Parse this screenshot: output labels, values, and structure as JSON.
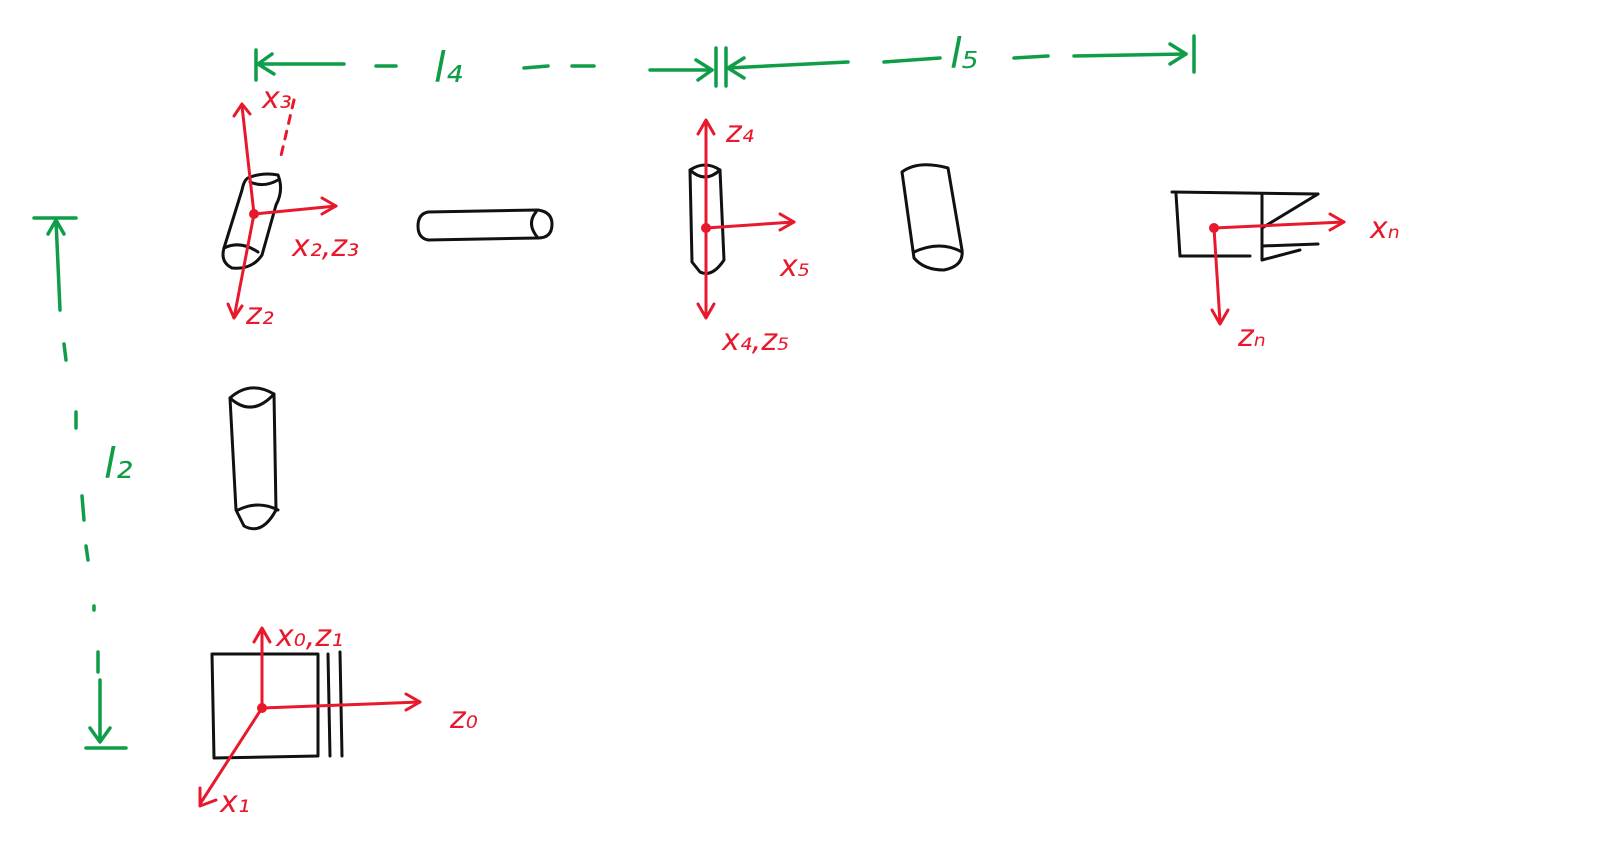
{
  "colors": {
    "ink": "#111111",
    "frame_axis": "#e8192c",
    "dimension": "#0f9d48"
  },
  "dimensions": {
    "l2": "l₂",
    "l4": "l₄",
    "l5": "l₅"
  },
  "axis_labels": {
    "x3": "x₃",
    "x2_z3": "x₂,z₃",
    "z2": "z₂",
    "z4": "z₄",
    "x5": "x₅",
    "x4_z5": "x₄,z₅",
    "xn": "xₙ",
    "zn": "zₙ",
    "x0_z1": "x₀,z₁",
    "z0": "z₀",
    "x1": "x₁"
  },
  "icons": [
    "cylinder-joint-icon",
    "base-frame-icon",
    "gripper-icon",
    "coordinate-frame-icon"
  ]
}
